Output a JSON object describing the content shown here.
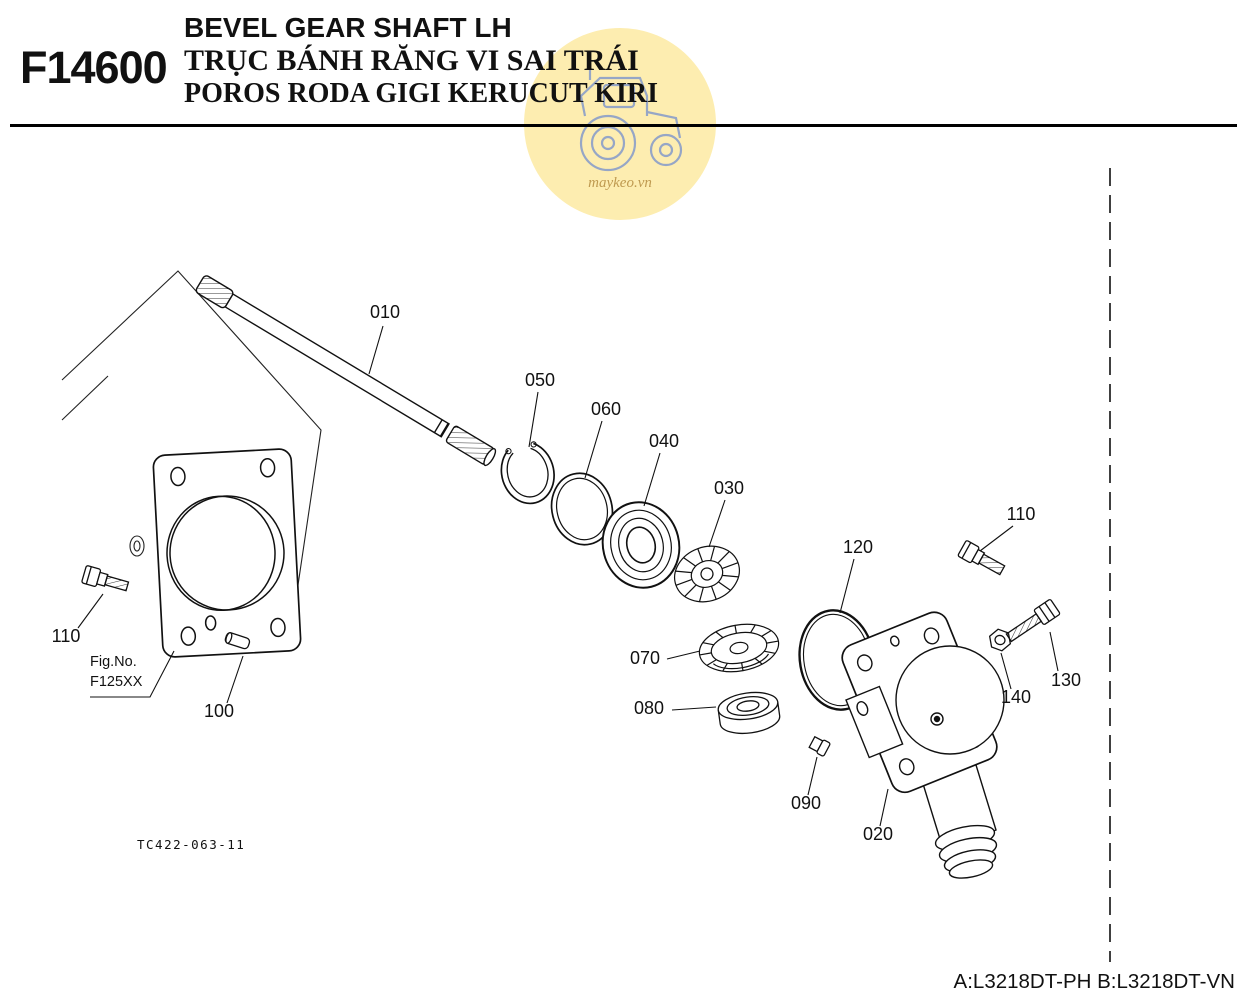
{
  "header": {
    "figure_code": "F14600",
    "title_en": "BEVEL GEAR SHAFT LH",
    "title_vi": "TRỤC BÁNH RĂNG VI SAI TRÁI",
    "title_id": "POROS RODA GIGI KERUCUT KIRI"
  },
  "watermark": {
    "text": "maykeo.vn"
  },
  "diagram": {
    "callouts": [
      {
        "label": "010"
      },
      {
        "label": "050"
      },
      {
        "label": "060"
      },
      {
        "label": "040"
      },
      {
        "label": "030"
      },
      {
        "label": "120"
      },
      {
        "label": "110"
      },
      {
        "label": "110"
      },
      {
        "label": "100"
      },
      {
        "label": "070"
      },
      {
        "label": "080"
      },
      {
        "label": "090"
      },
      {
        "label": "020"
      },
      {
        "label": "140"
      },
      {
        "label": "130"
      }
    ],
    "fig_ref": {
      "label": "Fig.No.",
      "value": "F125XX"
    },
    "drawing_number": "TC422-063-11"
  },
  "footer": {
    "models": "A:L3218DT-PH B:L3218DT-VN"
  },
  "colors": {
    "ink": "#111111",
    "watermark_fill": "#fdedb0",
    "watermark_line": "#96a6c6",
    "watermark_text": "#bf9a50"
  }
}
